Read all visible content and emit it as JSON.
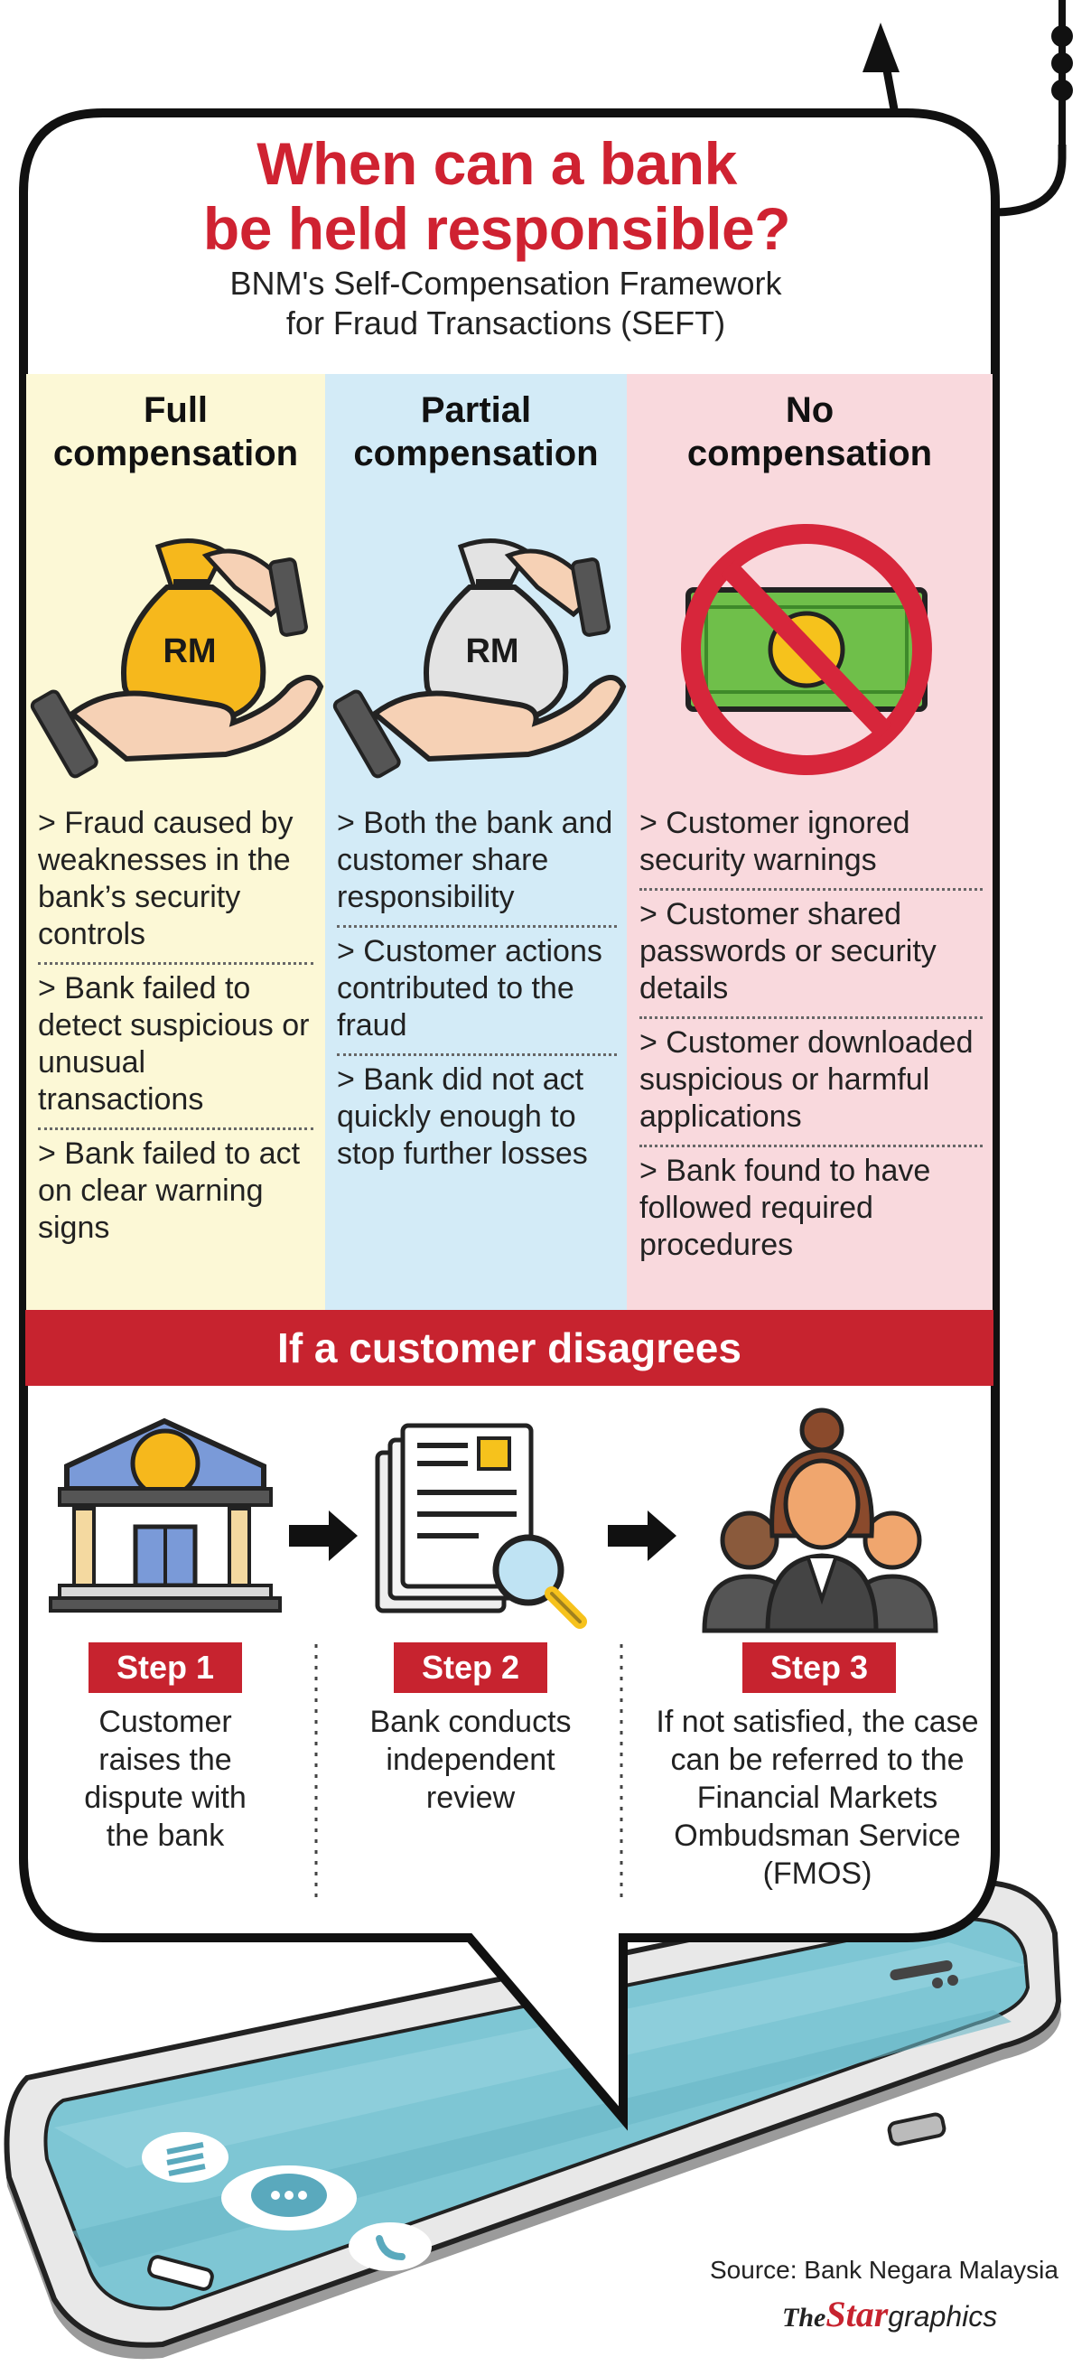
{
  "header": {
    "title_line1": "When can a bank",
    "title_line2": "be held responsible?",
    "subtitle_line1": "BNM's Self-Compensation Framework",
    "subtitle_line2": "for Fraud Transactions (SEFT)"
  },
  "columns": [
    {
      "heading_line1": "Full",
      "heading_line2": "compensation",
      "icon": "money-bag-hand-icon",
      "icon_label": "RM",
      "bullets": [
        "> Fraud caused by weaknesses in the bank’s security controls",
        "> Bank failed to detect suspicious or unusual transactions",
        "> Bank failed to act on clear warning signs"
      ]
    },
    {
      "heading_line1": "Partial",
      "heading_line2": "compensation",
      "icon": "money-bag-hand-icon",
      "icon_label": "RM",
      "bullets": [
        "> Both the bank and customer share responsibility",
        "> Customer actions contributed to the fraud",
        "> Bank did not act quickly enough to stop further losses"
      ]
    },
    {
      "heading_line1": "No",
      "heading_line2": "compensation",
      "icon": "no-money-icon",
      "bullets": [
        "> Customer ignored security warnings",
        "> Customer shared passwords or security details",
        "> Customer downloaded suspicious or harmful applications",
        "> Bank found to have followed required procedures"
      ]
    }
  ],
  "disagree": {
    "banner": "If a customer disagrees",
    "steps": [
      {
        "label": "Step 1",
        "icon": "bank-icon",
        "text": "Customer raises the dispute with the bank"
      },
      {
        "label": "Step 2",
        "icon": "document-review-icon",
        "text": "Bank conducts independent review"
      },
      {
        "label": "Step 3",
        "icon": "ombudsman-people-icon",
        "text": "If not satisfied, the case can be referred to the Financial Markets Ombudsman Service (FMOS)"
      }
    ]
  },
  "footer": {
    "source": "Source: Bank Negara Malaysia",
    "logo_the": "The",
    "logo_star": "Star",
    "logo_graphics": "graphics"
  },
  "colors": {
    "red": "#c7232f",
    "full_bg": "#fcf8d6",
    "partial_bg": "#d3ebf7",
    "none_bg": "#f9d9dd",
    "gold": "#f6b81c",
    "silver": "#e3e3e3",
    "phone_screen": "#7ec6d4"
  }
}
